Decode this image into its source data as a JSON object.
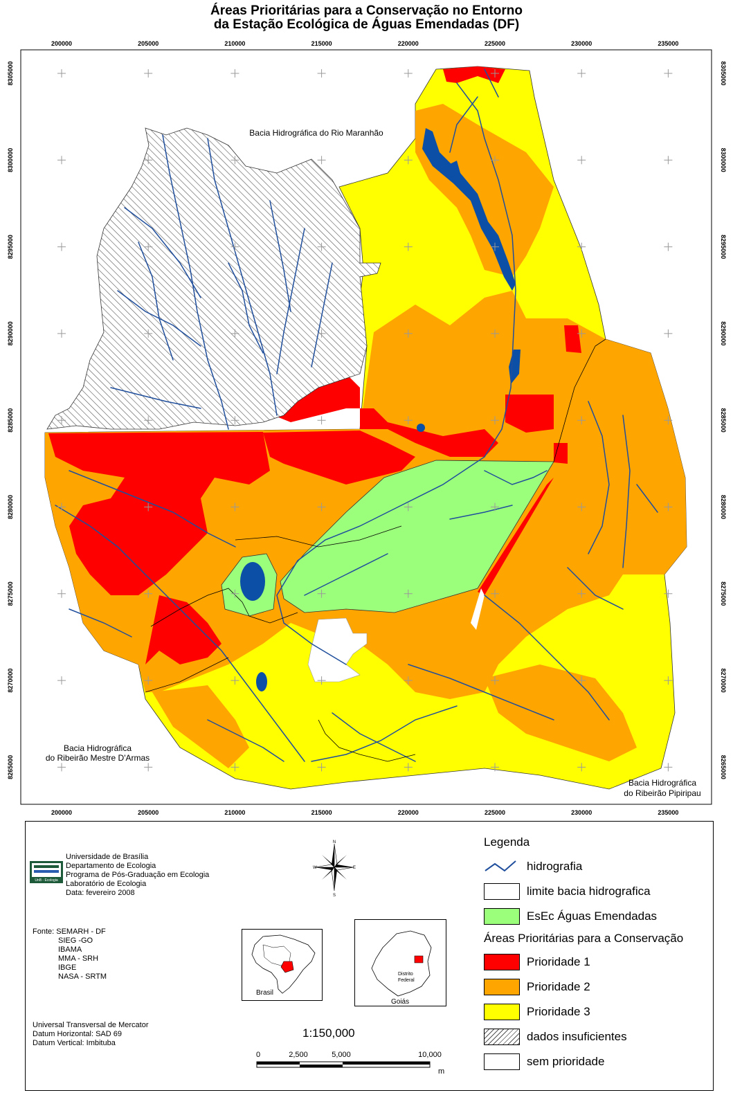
{
  "title": {
    "line1": "Áreas Prioritárias para a Conservação no Entorno",
    "line2": "da Estação Ecológica de Águas Emendadas (DF)"
  },
  "axes": {
    "x_ticks": [
      "200000",
      "205000",
      "210000",
      "215000",
      "220000",
      "225000",
      "230000",
      "235000"
    ],
    "y_ticks": [
      "8305000",
      "8300000",
      "8295000",
      "8290000",
      "8285000",
      "8280000",
      "8275000",
      "8270000",
      "8265000"
    ]
  },
  "regions": {
    "maranhao": "Bacia Hidrográfica do Rio Maranhão",
    "mestre_line1": "Bacia Hidrográfica",
    "mestre_line2": "do Ribeirão Mestre D'Armas",
    "pipiripau_line1": "Bacia Hidrográfica",
    "pipiripau_line2": "do Ribeirão Pipiripau"
  },
  "institution": {
    "logo_text": "UnB - Ecologia",
    "lines": [
      "Universidade de Brasília",
      "Departamento de Ecologia",
      "Programa de Pós-Graduação em Ecologia",
      "Laboratório de Ecologia",
      "Data: fevereiro 2008"
    ]
  },
  "sources": {
    "label": "Fonte: SEMARH - DF",
    "items": [
      "SIEG -GO",
      "IBAMA",
      "MMA - SRH",
      "IBGE",
      "NASA - SRTM"
    ]
  },
  "projection": {
    "lines": [
      "Universal Transversal de Mercator",
      "Datum Horizontal: SAD 69",
      "Datum Vertical: Imbituba"
    ]
  },
  "compass": {
    "n": "N",
    "s": "S",
    "e": "E",
    "w": "W"
  },
  "inset_brasil": {
    "label": "Brasil"
  },
  "inset_goias": {
    "label": "Goiás",
    "df_line1": "Distrito",
    "df_line2": "Federal"
  },
  "scale": {
    "ratio": "1:150,000",
    "labels": [
      "0",
      "2,500",
      "5,000",
      "10,000"
    ],
    "unit": "m"
  },
  "legend": {
    "title": "Legenda",
    "items": [
      {
        "label": "hidrografia",
        "kind": "line",
        "color": "#1f4e9c"
      },
      {
        "label": "limite bacia hidrografica",
        "kind": "box",
        "color": "#ffffff"
      },
      {
        "label": "EsEc Águas Emendadas",
        "kind": "box",
        "color": "#9cff7c"
      }
    ],
    "subtitle": "Áreas Prioritárias para a Conservação",
    "priority_items": [
      {
        "label": "Prioridade 1",
        "color": "#ff0000"
      },
      {
        "label": "Prioridade 2",
        "color": "#ffa500"
      },
      {
        "label": "Prioridade 3",
        "color": "#ffff00"
      },
      {
        "label": "dados insuficientes",
        "color": "hatch"
      },
      {
        "label": "sem prioridade",
        "color": "#ffffff"
      }
    ]
  },
  "colors": {
    "p1": "#ff0000",
    "p2": "#ffa500",
    "p3": "#ffff00",
    "esec": "#9cff7c",
    "water": "#0b4fa6",
    "river": "#1f4e9c"
  }
}
